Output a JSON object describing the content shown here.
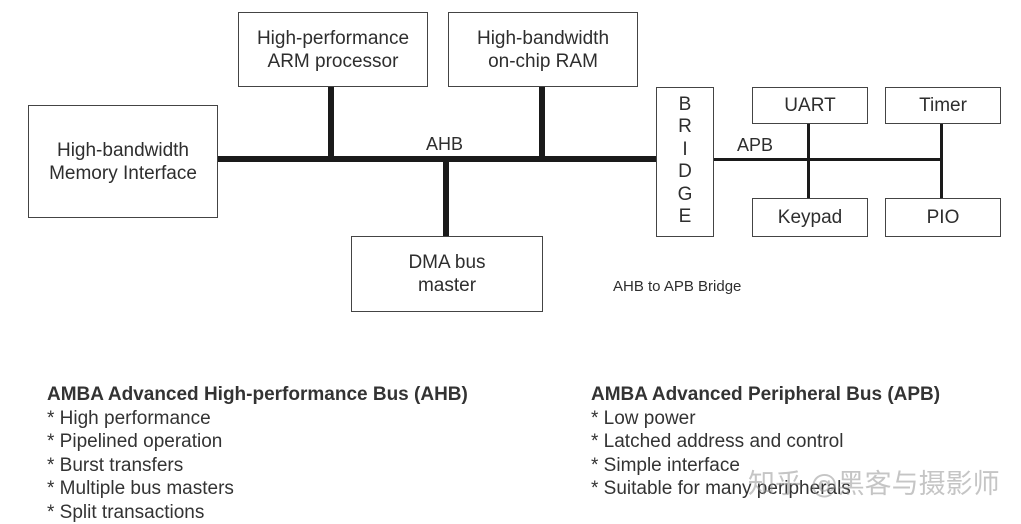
{
  "diagram": {
    "blocks": {
      "memory_interface": "High-bandwidth\nMemory Interface",
      "arm_processor": "High-performance\nARM processor",
      "onchip_ram": "High-bandwidth\non-chip RAM",
      "dma_master": "DMA bus\nmaster",
      "uart": "UART",
      "timer": "Timer",
      "keypad": "Keypad",
      "pio": "PIO"
    },
    "bridge_letters": [
      "B",
      "R",
      "I",
      "D",
      "G",
      "E"
    ],
    "ahb_label": "AHB",
    "apb_label": "APB",
    "bridge_caption": "AHB to APB Bridge"
  },
  "ahb_section": {
    "heading": "AMBA Advanced High-performance Bus (AHB)",
    "items": [
      "* High performance",
      "* Pipelined operation",
      "* Burst transfers",
      "* Multiple bus masters",
      "* Split transactions"
    ]
  },
  "apb_section": {
    "heading": "AMBA Advanced Peripheral Bus (APB)",
    "items": [
      "* Low power",
      "* Latched address and control",
      "* Simple interface",
      "* Suitable for many peripherals"
    ]
  },
  "watermark": "知乎 @黑客与摄影师"
}
